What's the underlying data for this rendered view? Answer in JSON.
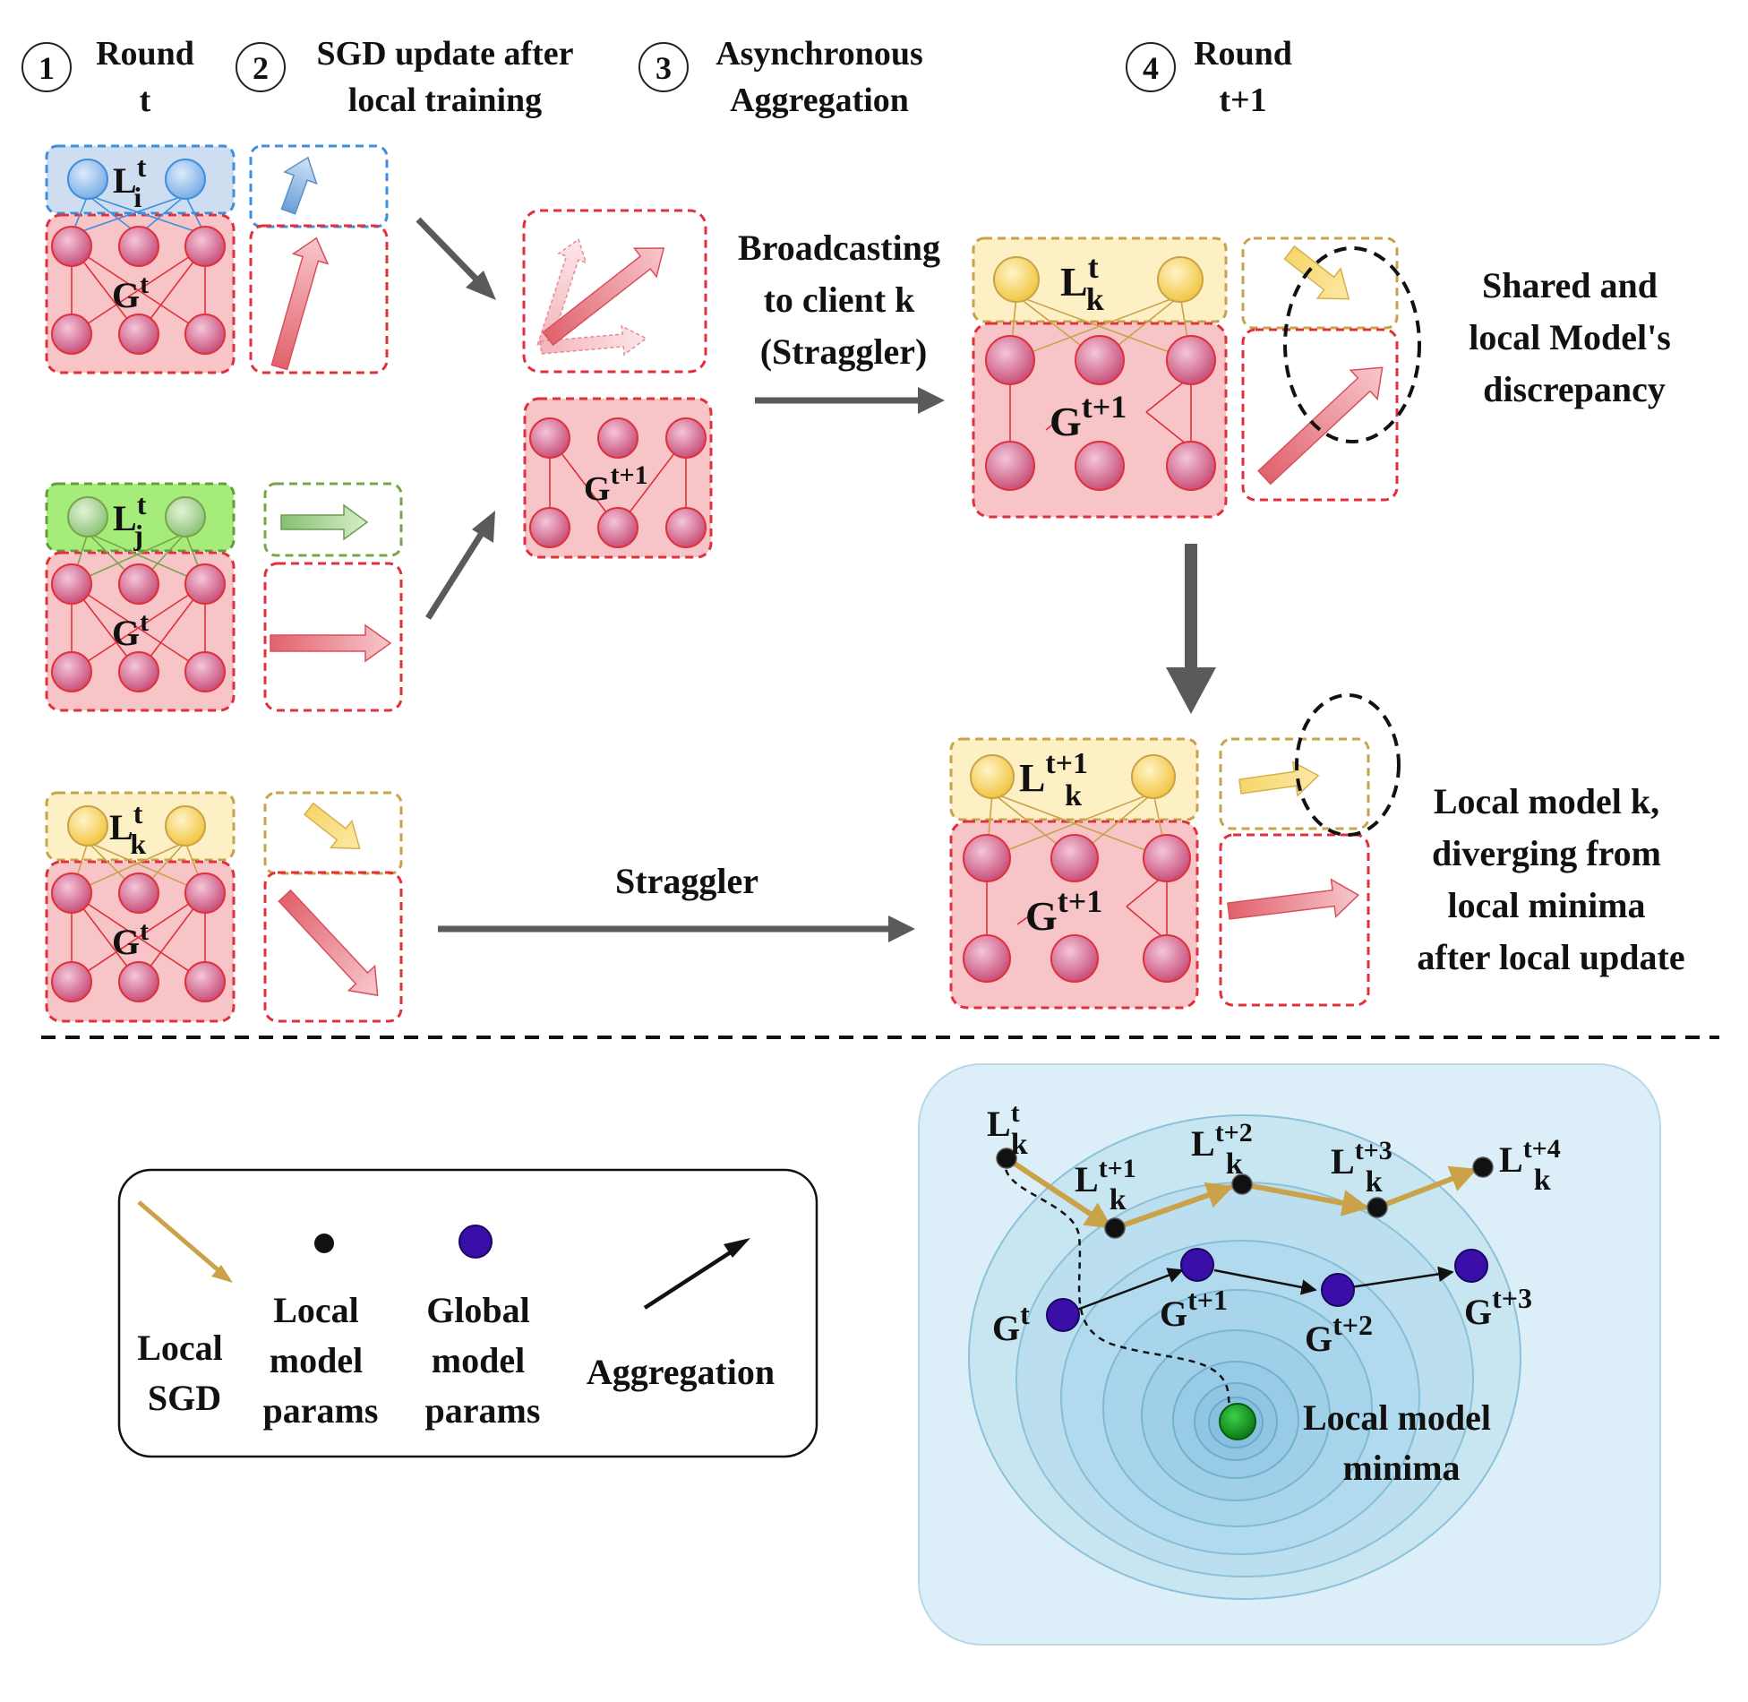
{
  "steps": [
    {
      "num": "1",
      "line1": "Round",
      "line2": "t"
    },
    {
      "num": "2",
      "line1": "SGD update after",
      "line2": "local training"
    },
    {
      "num": "3",
      "line1": "Asynchronous",
      "line2": "Aggregation"
    },
    {
      "num": "4",
      "line1": "Round",
      "line2": "t+1"
    }
  ],
  "models": {
    "client_i_top": {
      "local": "L",
      "sup": "t",
      "sub": "i",
      "global": "G",
      "gsup": "t"
    },
    "client_j": {
      "local": "L",
      "sup": "t",
      "sub": "j",
      "global": "G",
      "gsup": "t"
    },
    "client_k": {
      "local": "L",
      "sup": "t",
      "sub": "k",
      "global": "G",
      "gsup": "t"
    },
    "aggregated": {
      "global": "G",
      "gsup": "t+1"
    },
    "round_next_top": {
      "local": "L",
      "sup": "t",
      "sub": "k",
      "global": "G",
      "gsup": "t+1"
    },
    "round_next_bottom": {
      "local": "L",
      "sup": "t+1",
      "sub": "k",
      "global": "G",
      "gsup": "t+1"
    }
  },
  "annotations": {
    "broadcast": [
      "Broadcasting",
      "to client k",
      "(Straggler)"
    ],
    "discrepancy": [
      "Shared and",
      "local Model's",
      "discrepancy"
    ],
    "straggler": "Straggler",
    "diverging": [
      "Local model k,",
      "diverging from",
      "local minima",
      "after local update"
    ]
  },
  "legend": {
    "local_sgd": [
      "Local",
      "SGD"
    ],
    "local_params": [
      "Local",
      "model",
      "params"
    ],
    "global_params": [
      "Global",
      "model",
      "params"
    ],
    "aggregation": "Aggregation"
  },
  "trajectory": {
    "local_points": [
      {
        "base": "L",
        "sup": "t",
        "sub": "k"
      },
      {
        "base": "L",
        "sup": "t+1",
        "sub": "k"
      },
      {
        "base": "L",
        "sup": "t+2",
        "sub": "k"
      },
      {
        "base": "L",
        "sup": "t+3",
        "sub": "k"
      },
      {
        "base": "L",
        "sup": "t+4",
        "sub": "k"
      }
    ],
    "global_points": [
      {
        "base": "G",
        "sup": "t"
      },
      {
        "base": "G",
        "sup": "t+1"
      },
      {
        "base": "G",
        "sup": "t+2"
      },
      {
        "base": "G",
        "sup": "t+3"
      }
    ],
    "minima_label": [
      "Local model",
      "minima"
    ]
  },
  "colors": {
    "shared_fill": "#f7c5c8",
    "shared_border": "#e0303a",
    "neuron_red": "#d66d8f",
    "blue_local": "#cfddf0",
    "green_local": "#a6ec7a",
    "yellow_local": "#fdf0c4",
    "local_sgd": "#c9a24a",
    "global_dot": "#3a0fa8",
    "minima": "#0d8a1a",
    "contour_bg": "#dceff8",
    "arrow_gray": "#5a5a5a"
  }
}
